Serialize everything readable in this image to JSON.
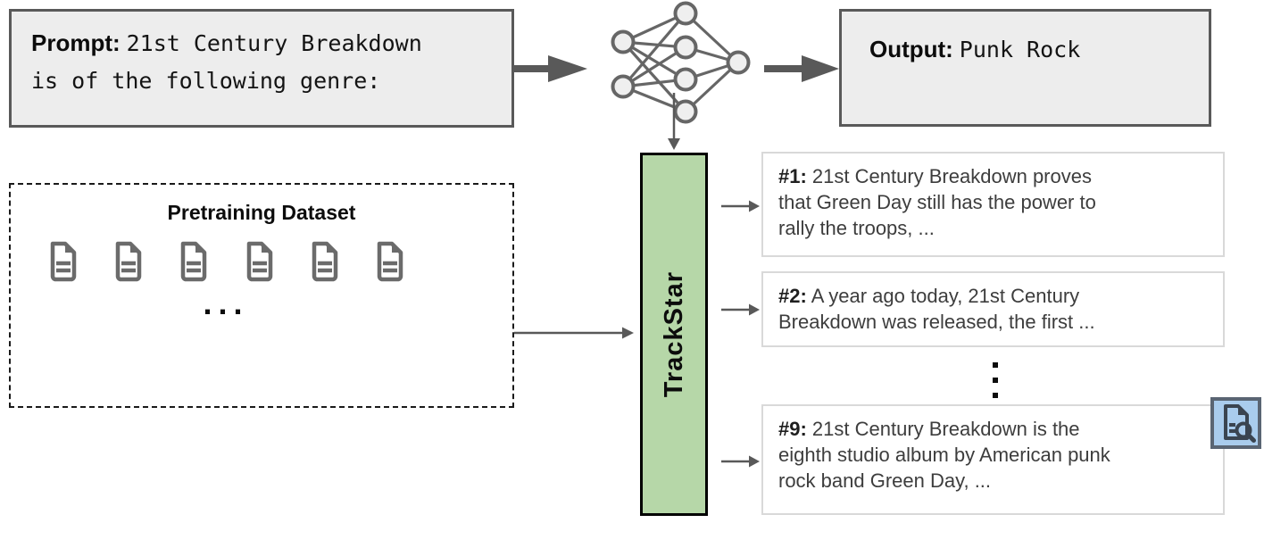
{
  "colors": {
    "box_fill": "#ededed",
    "box_border": "#595959",
    "arrow": "#595959",
    "trackstar_fill": "#b6d7a8",
    "trackstar_border": "#000000",
    "result_border": "#d9d9d9",
    "result_text": "#3d3d3d",
    "doc_icon": "#6b6b6b",
    "inspect_fill": "#a9cced",
    "inspect_border": "#5a6573"
  },
  "prompt": {
    "label": "Prompt:",
    "line1": "21st Century Breakdown",
    "line2": "is of the following genre:"
  },
  "output": {
    "label": "Output:",
    "value": "Punk Rock"
  },
  "pretraining": {
    "title": "Pretraining Dataset",
    "doc_count": 6,
    "ellipsis": "..."
  },
  "trackstar": {
    "label": "TrackStar"
  },
  "results": {
    "items": [
      {
        "rank": "#1:",
        "lines": [
          "21st Century Breakdown proves",
          "that Green Day still has the power to",
          "rally the troops, ..."
        ]
      },
      {
        "rank": "#2:",
        "lines": [
          "A year ago today, 21st Century",
          "Breakdown was released, the first ..."
        ]
      },
      {
        "rank": "#9:",
        "lines": [
          "21st Century Breakdown is the",
          "eighth studio album by American punk",
          "rock band Green Day, ..."
        ]
      }
    ],
    "vertical_ellipsis": "⋮"
  },
  "icons": {
    "model": "neural-network-icon",
    "documents": "document-icon",
    "inspect": "document-search-icon"
  }
}
